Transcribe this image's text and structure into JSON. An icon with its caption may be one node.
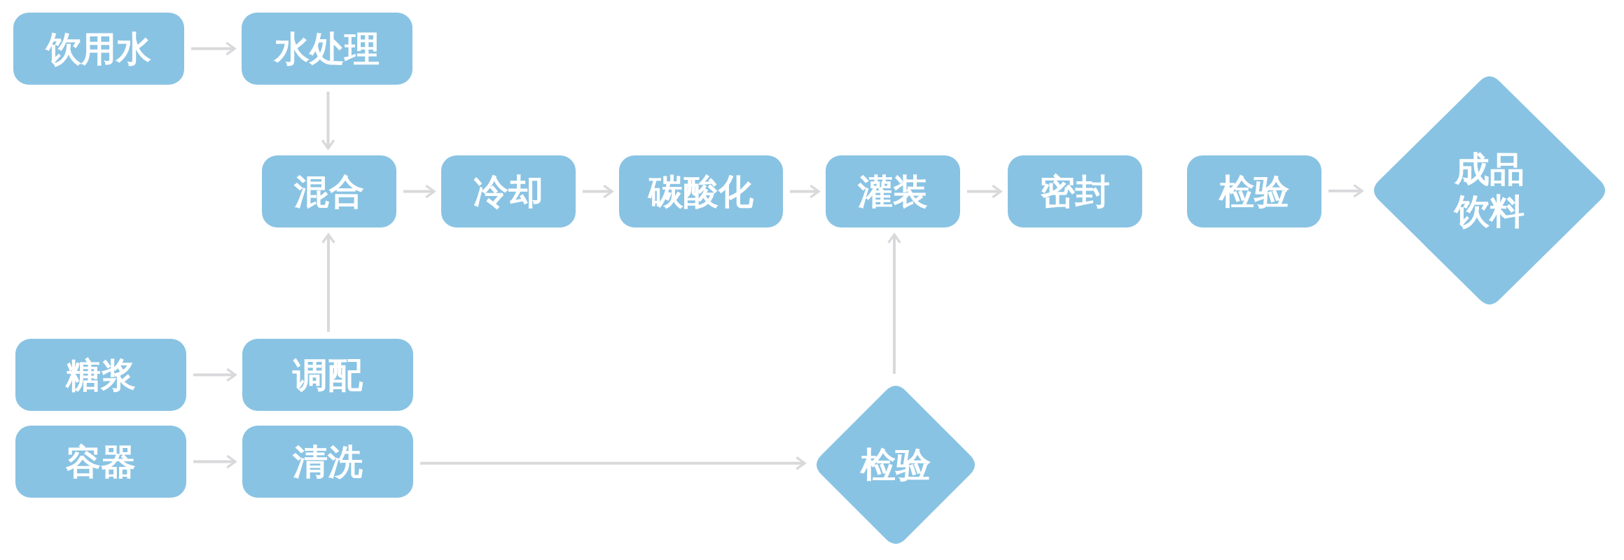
{
  "diagram": {
    "nodes": [
      {
        "text": [
          "饮用水"
        ]
      },
      {
        "text": [
          "水处理"
        ]
      },
      {
        "text": [
          "混合"
        ]
      },
      {
        "text": [
          "冷却"
        ]
      },
      {
        "text": [
          "碳酸化"
        ]
      },
      {
        "text": [
          "灌装"
        ]
      },
      {
        "text": [
          "密封"
        ]
      },
      {
        "text": [
          "检验"
        ]
      },
      {
        "text": [
          "成品饮料"
        ]
      },
      {
        "text": [
          "糖浆"
        ]
      },
      {
        "text": [
          "调配"
        ]
      },
      {
        "text": [
          "容器"
        ]
      },
      {
        "text": [
          "清洗"
        ]
      },
      {
        "text": [
          "检验"
        ]
      }
    ],
    "edges": [
      {
        "from": 0,
        "to": 1,
        "arrow": "to"
      },
      {
        "from": 1,
        "to": 2,
        "arrow": "to"
      },
      {
        "from": 10,
        "to": 2,
        "arrow": "to"
      },
      {
        "from": 9,
        "to": 10,
        "arrow": "to"
      },
      {
        "from": 11,
        "to": 12,
        "arrow": "to"
      },
      {
        "from": 12,
        "to": 13,
        "arrow": "to"
      },
      {
        "from": 13,
        "to": 5,
        "arrow": "to"
      },
      {
        "from": 2,
        "to": 3,
        "arrow": "to"
      },
      {
        "from": 3,
        "to": 4,
        "arrow": "to"
      },
      {
        "from": 4,
        "to": 5,
        "arrow": "to"
      },
      {
        "from": 5,
        "to": 6,
        "arrow": "to"
      },
      {
        "from": 7,
        "to": 8,
        "arrow": "to"
      }
    ]
  }
}
